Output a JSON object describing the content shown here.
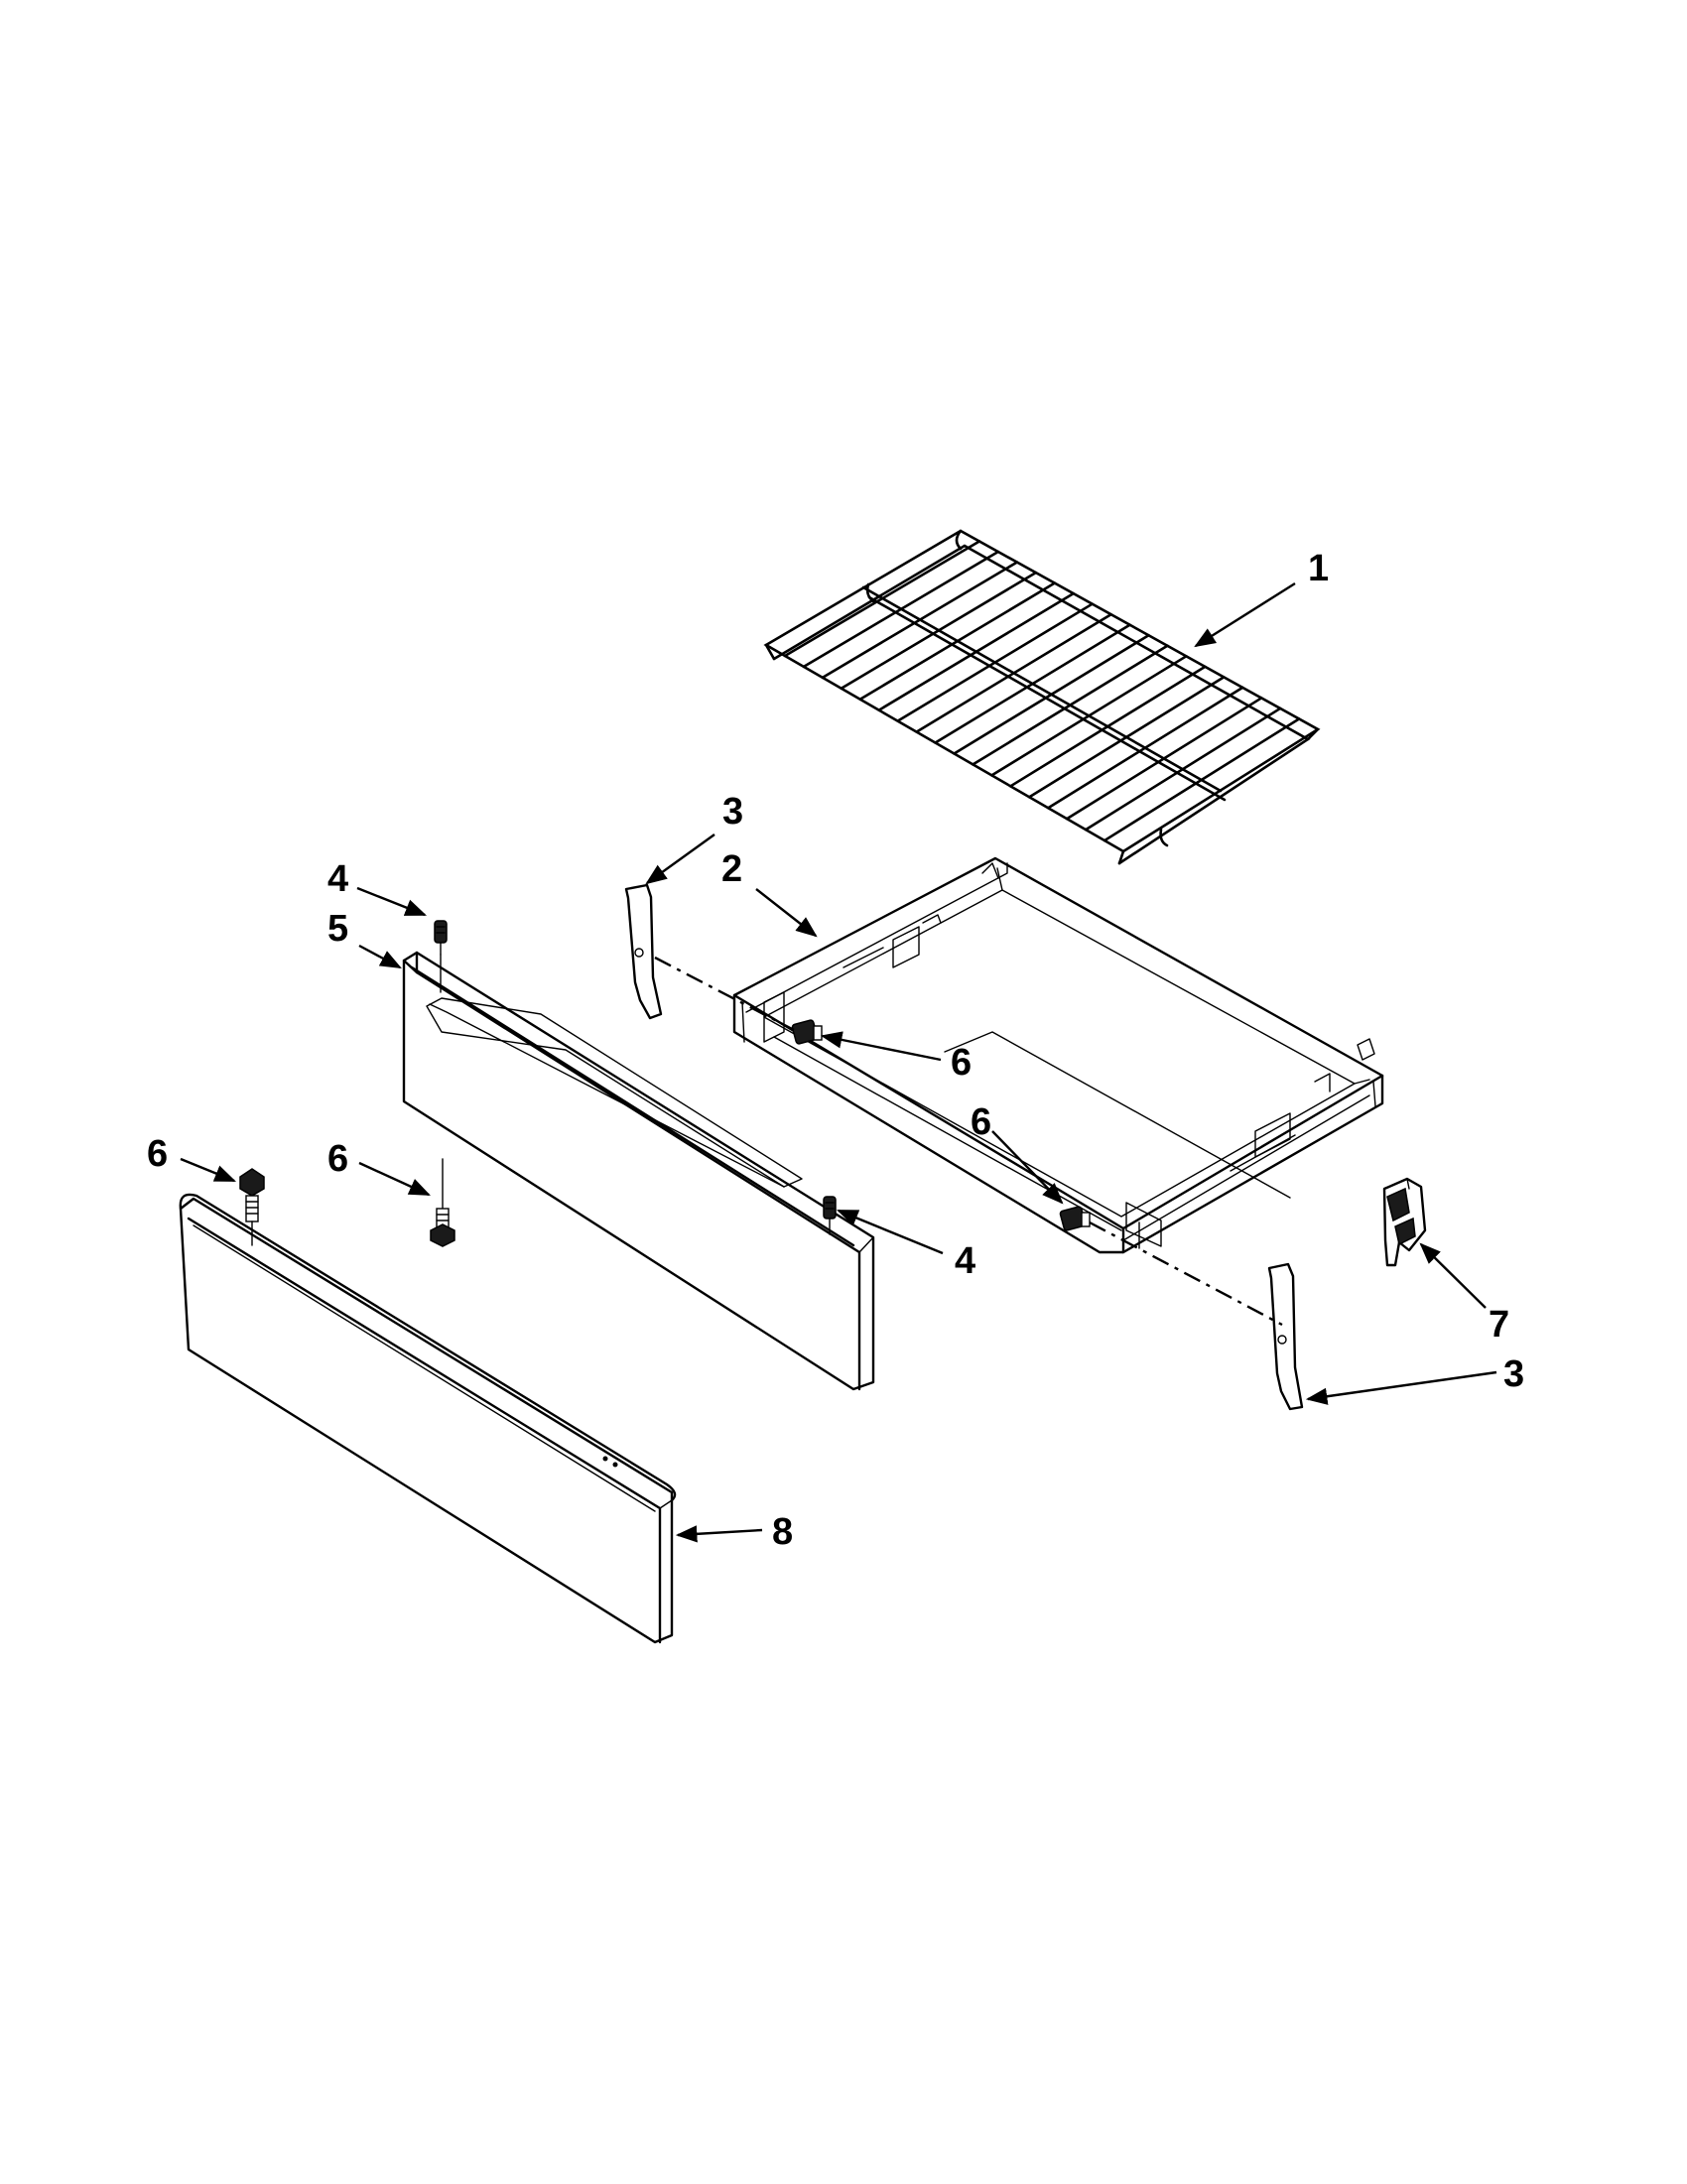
{
  "callouts": {
    "c1": "1",
    "c2": "2",
    "c3_top": "3",
    "c3_bottom": "3",
    "c4_top": "4",
    "c4_right": "4",
    "c5": "5",
    "c6_left": "6",
    "c6_mid": "6",
    "c6_drawer_a": "6",
    "c6_drawer_b": "6",
    "c7": "7",
    "c8": "8"
  }
}
